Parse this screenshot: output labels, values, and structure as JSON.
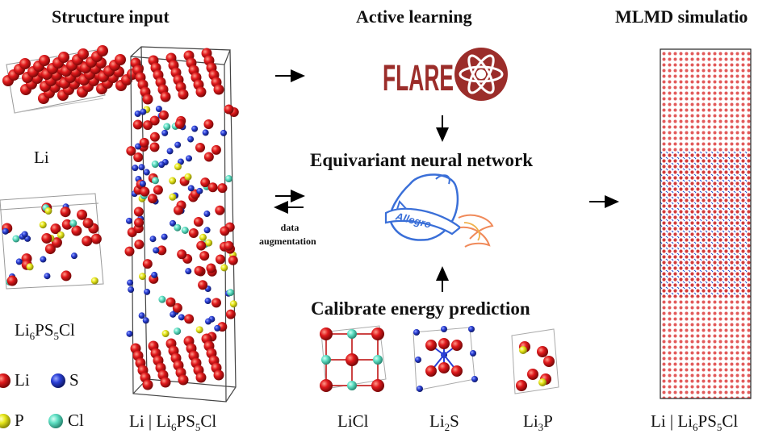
{
  "headers": {
    "structure_input": "Structure input",
    "active_learning": "Active learning",
    "mlmd": "MLMD simulatio"
  },
  "labels": {
    "li": "Li",
    "li6ps5cl_prefix": "Li",
    "li6ps5cl_sub1": "6",
    "li6ps5cl_mid": "PS",
    "li6ps5cl_sub2": "5",
    "li6ps5cl_end": "Cl",
    "interface_prefix": "Li | Li",
    "flare_text": "FLARE",
    "allegro_text": "Allegro",
    "equivariant": "Equivariant neural network",
    "calibrate": "Calibrate energy prediction",
    "data_aug_1": "data",
    "data_aug_2": "augmentation",
    "licl": "LiCl",
    "li2s_prefix": "Li",
    "li2s_sub": "2",
    "li2s_end": "S",
    "li3p_prefix": "Li",
    "li3p_sub": "3",
    "li3p_end": "P"
  },
  "legend": [
    {
      "symbol": "Li",
      "color": "#e0191c"
    },
    {
      "symbol": "S",
      "color": "#2a3fd6"
    },
    {
      "symbol": "P",
      "color": "#e8e81a"
    },
    {
      "symbol": "Cl",
      "color": "#5fe0c4"
    }
  ],
  "colors": {
    "li": "#e0191c",
    "s": "#2a3fd6",
    "p": "#e8e81a",
    "cl": "#5fe0c4",
    "flare": "#9b2d2a"
  }
}
